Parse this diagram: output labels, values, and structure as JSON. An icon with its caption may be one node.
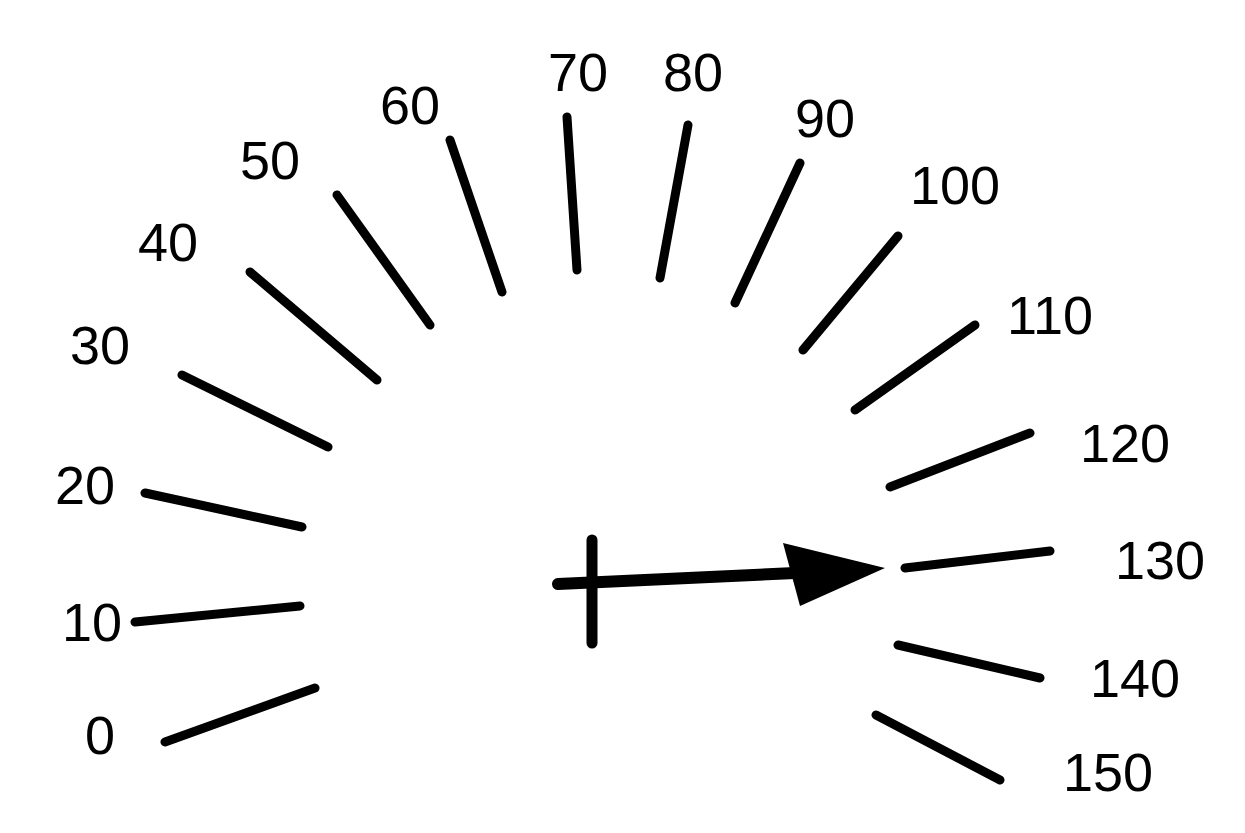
{
  "diagram": {
    "labels": [
      "0",
      "10",
      "20",
      "30",
      "40",
      "50",
      "60",
      "70",
      "80",
      "90",
      "100",
      "110",
      "120",
      "130",
      "140",
      "150"
    ]
  }
}
